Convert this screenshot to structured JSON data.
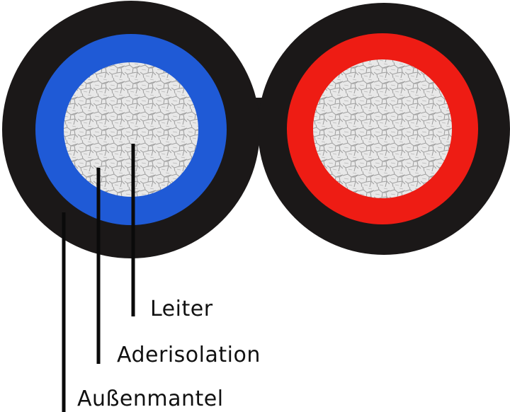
{
  "labels": {
    "conductor": "Leiter",
    "core_insulation": "Aderisolation",
    "outer_sheath": "Außenmantel"
  },
  "colors": {
    "outer_sheath": "#1b1818",
    "core_insulation_left": "#1f5ad6",
    "core_insulation_right": "#ee1c14",
    "conductor": "#e6e6e6",
    "conductor_strands": "#9a9a9a",
    "leader_lines": "#0a0a0a"
  }
}
